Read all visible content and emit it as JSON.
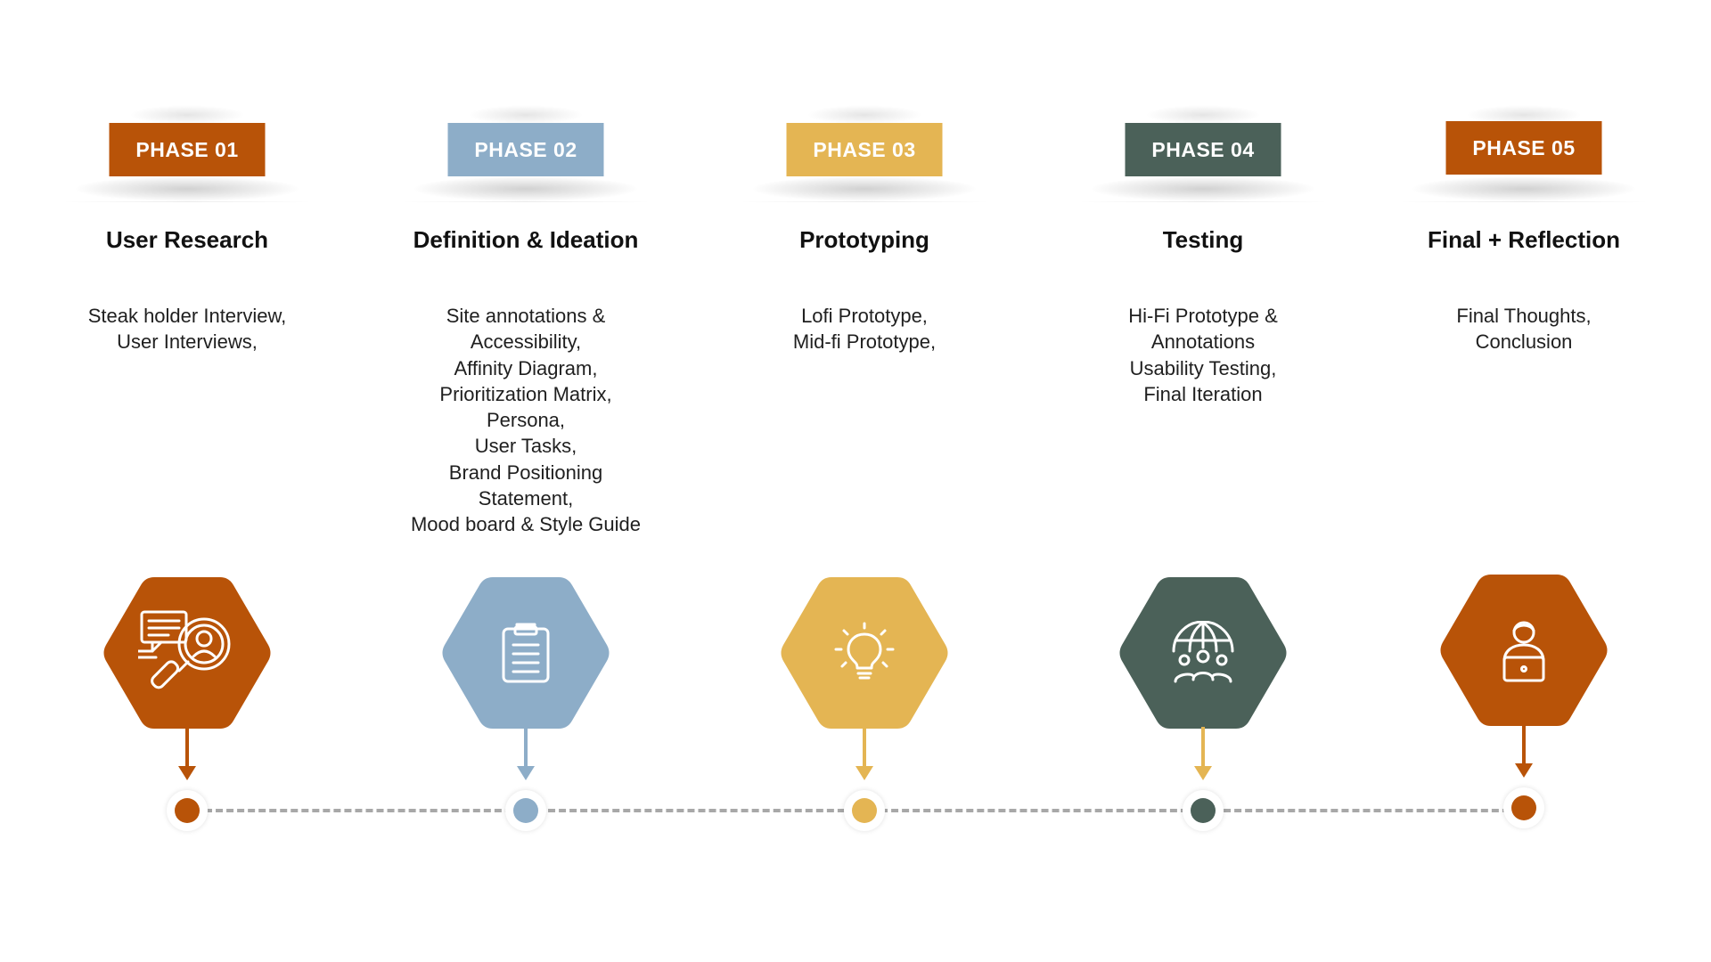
{
  "phases": [
    {
      "badge": "PHASE 01",
      "title": "User Research",
      "description": "Steak holder Interview,\nUser Interviews,",
      "color": "#B85308",
      "icon": "user-research-magnifier-icon"
    },
    {
      "badge": "PHASE 02",
      "title": "Definition & Ideation",
      "description": "Site annotations &\nAccessibility,\nAffinity Diagram,\nPrioritization Matrix,\nPersona,\nUser Tasks,\nBrand Positioning\nStatement,\nMood board & Style Guide",
      "color": "#8DADC8",
      "icon": "clipboard-icon"
    },
    {
      "badge": "PHASE 03",
      "title": "Prototyping",
      "description": "Lofi Prototype,\nMid-fi Prototype,",
      "color": "#E4B553",
      "icon": "lightbulb-icon"
    },
    {
      "badge": "PHASE 04",
      "title": "Testing",
      "description": "Hi-Fi Prototype &\nAnnotations\nUsability Testing,\nFinal Iteration",
      "color": "#4B6159",
      "icon": "globe-people-icon"
    },
    {
      "badge": "PHASE 05",
      "title": "Final + Reflection",
      "description": "Final Thoughts,\nConclusion",
      "color": "#B85308",
      "icon": "person-laptop-icon"
    }
  ],
  "timeline": {
    "line_color": "#A8A8A8"
  }
}
